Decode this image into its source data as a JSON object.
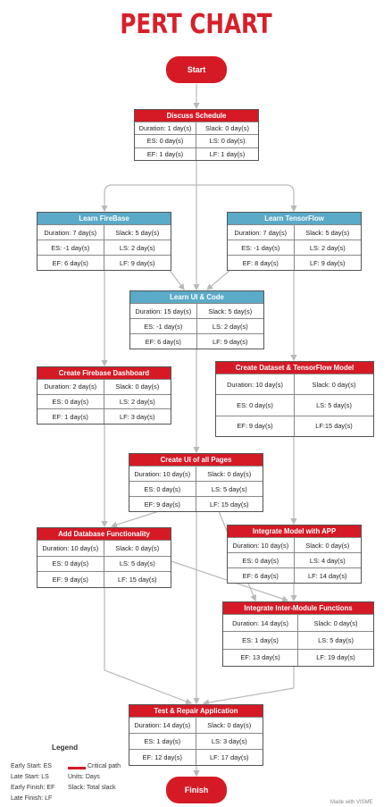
{
  "title": "PERT CHART",
  "colors": {
    "critical": "#d51a26",
    "noncritical": "#5aaac8",
    "edge": "#b9b9b9"
  },
  "start": "Start",
  "finish": "Finish",
  "tasks": [
    {
      "id": "discuss",
      "name": "Discuss Schedule",
      "critical": true,
      "cells": [
        "Duration: 1 day(s)",
        "Slack: 0 day(s)",
        "ES: 0 day(s)",
        "LS: 0 day(s)",
        "EF: 1 day(s)",
        "LF: 1 day(s)"
      ]
    },
    {
      "id": "firebase",
      "name": "Learn FireBase",
      "critical": false,
      "cells": [
        "Duration: 7 day(s)",
        "Slack: 5 day(s)",
        "ES: -1 day(s)",
        "LS: 2 day(s)",
        "EF: 6 day(s)",
        "LF: 9 day(s)"
      ]
    },
    {
      "id": "tensorflow",
      "name": "Learn TensorFlow",
      "critical": false,
      "cells": [
        "Duration: 7 day(s)",
        "Slack: 5 day(s)",
        "ES: -1 day(s)",
        "LS: 2 day(s)",
        "EF: 8 day(s)",
        "LF: 9 day(s)"
      ]
    },
    {
      "id": "uicode",
      "name": "Learn UI & Code",
      "critical": false,
      "cells": [
        "Duration: 15 day(s)",
        "Slack: 5 day(s)",
        "ES: -1 day(s)",
        "LS: 2 day(s)",
        "EF: 6 day(s)",
        "LF: 9 day(s)"
      ]
    },
    {
      "id": "fbdash",
      "name": "Create Firebase Dashboard",
      "critical": true,
      "cells": [
        "Duration: 2 day(s)",
        "Slack: 0 day(s)",
        "ES: 0 day(s)",
        "LS: 2 day(s)",
        "EF: 1 day(s)",
        "LF: 3 day(s)"
      ]
    },
    {
      "id": "dataset",
      "name": "Create Dataset & TensorFlow Model",
      "critical": true,
      "cells": [
        "Duration: 10 day(s)",
        "Slack: 0 day(s)",
        "ES: 0 day(s)",
        "LS: 5 day(s)",
        "EF: 9 day(s)",
        "LF:15 day(s)"
      ]
    },
    {
      "id": "uipages",
      "name": "Create UI of all Pages",
      "critical": true,
      "cells": [
        "Duration: 10 day(s)",
        "Slack: 0 day(s)",
        "ES: 0 day(s)",
        "LS: 5 day(s)",
        "EF: 9 day(s)",
        "LF: 15 day(s)"
      ]
    },
    {
      "id": "dbfunc",
      "name": "Add Database Functionality",
      "critical": true,
      "cells": [
        "Duration: 10 day(s)",
        "Slack: 0 day(s)",
        "ES: 0 day(s)",
        "LS: 5 day(s)",
        "EF: 9 day(s)",
        "LF: 15 day(s)"
      ]
    },
    {
      "id": "integapp",
      "name": "Integrate Model with APP",
      "critical": true,
      "cells": [
        "Duration: 10 day(s)",
        "Slack: 0 day(s)",
        "ES: 0 day(s)",
        "LS: 4 day(s)",
        "EF: 6 day(s)",
        "LF: 14 day(s)"
      ]
    },
    {
      "id": "intermod",
      "name": "Integrate Inter-Module Functions",
      "critical": true,
      "cells": [
        "Duration: 14 day(s)",
        "Slack: 0 day(s)",
        "ES: 1 day(s)",
        "LS: 5 day(s)",
        "EF: 13 day(s)",
        "LF: 19 day(s)"
      ]
    },
    {
      "id": "testrepair",
      "name": "Test & Repair Application",
      "critical": true,
      "cells": [
        "Duration: 14 day(s)",
        "Slack: 0 day(s)",
        "ES: 1 day(s)",
        "LS: 3 day(s)",
        "EF: 12 day(s)",
        "LF: 17 day(s)"
      ]
    }
  ],
  "legend": {
    "title": "Legend",
    "es": "Early Start: ES",
    "ls": "Late Start: LS",
    "ef": "Early Finish: EF",
    "lf": "Late Finish: LF",
    "critical_path": "Critical path",
    "units": "Units: Days",
    "slack": "Slack: Total slack"
  },
  "made_with": "Made with VISME"
}
